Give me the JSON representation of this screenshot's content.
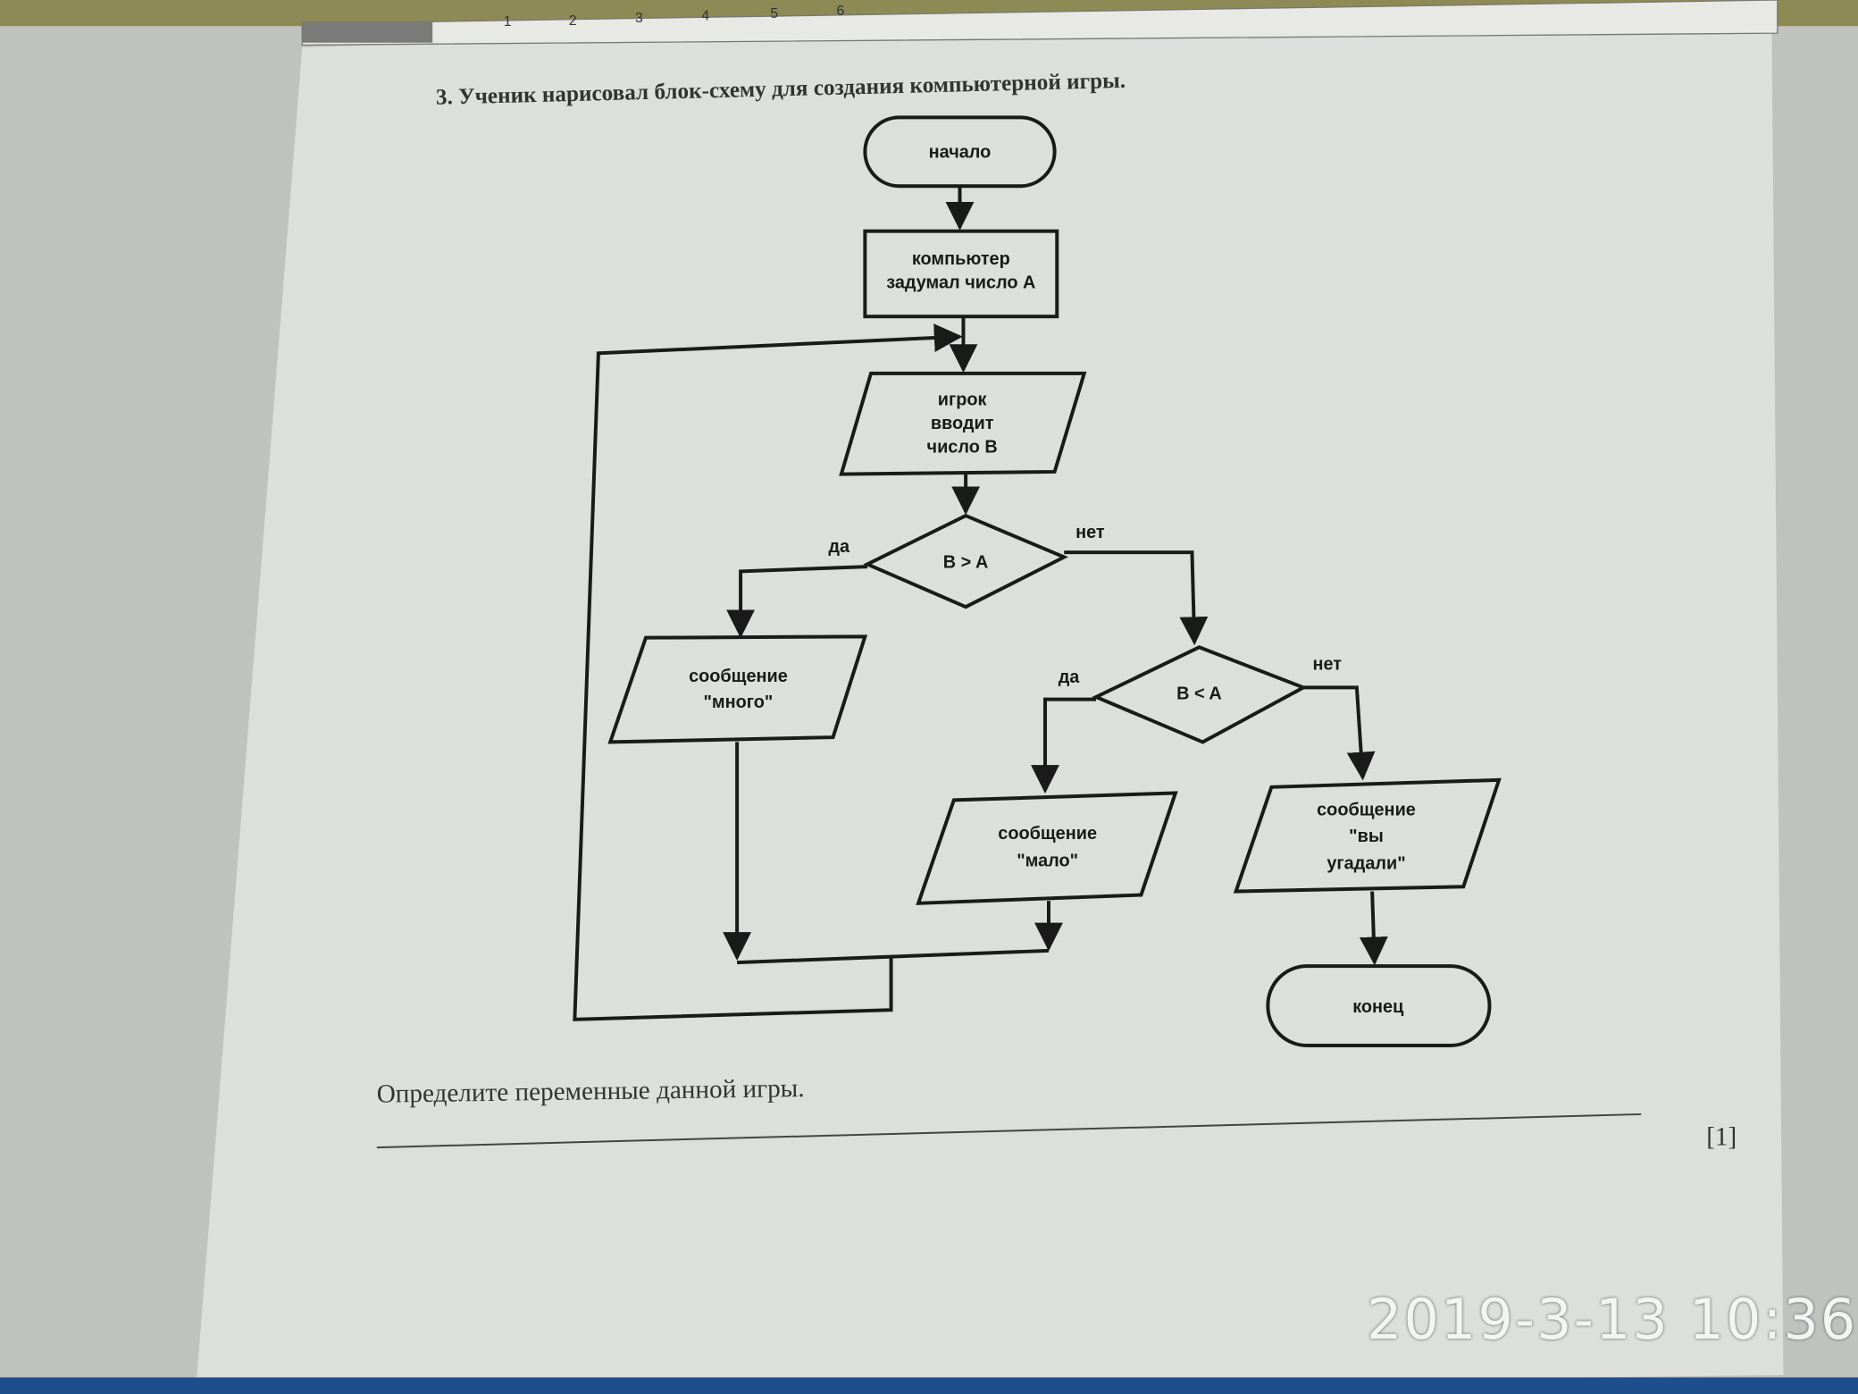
{
  "ruler": {
    "ticks": [
      "1",
      "2",
      "3",
      "4",
      "5",
      "6"
    ]
  },
  "document": {
    "question_title": "3. Ученик нарисовал блок-схему для создания компьютерной игры.",
    "question_prompt": "Определите переменные данной игры.",
    "marks": "[1]"
  },
  "flowchart": {
    "start": "начало",
    "computer_line1": "компьютер",
    "computer_line2": "задумал число А",
    "input_line1": "игрок",
    "input_line2": "вводит",
    "input_line3": "число В",
    "cond1": "B > A",
    "cond1_yes": "да",
    "cond1_no": "нет",
    "many_line1": "сообщение",
    "many_line2": "\"много\"",
    "cond2": "B < A",
    "cond2_yes": "да",
    "cond2_no": "нет",
    "few_line1": "сообщение",
    "few_line2": "\"мало\"",
    "guess_line1": "сообщение",
    "guess_line2": "\"вы",
    "guess_line3": "угадали\"",
    "end": "конец"
  },
  "photo_timestamp": "2019-3-13 10:36"
}
